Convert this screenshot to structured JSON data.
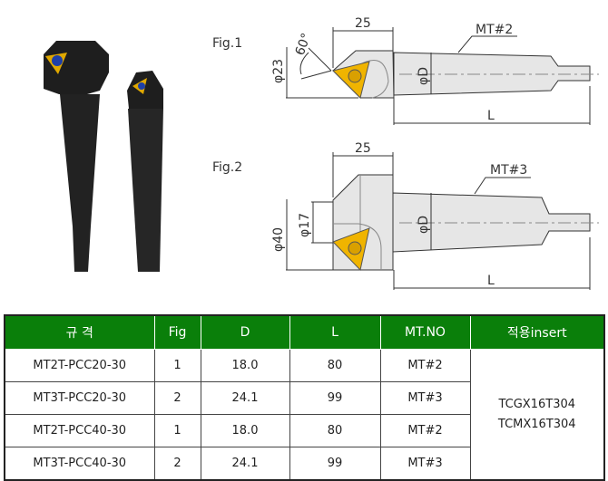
{
  "figures": {
    "fig1": {
      "label": "Fig.1",
      "width_dim": "25",
      "angle": "60°",
      "head_dia": "φ23",
      "shank_dia": "φD",
      "length": "L",
      "taper": "MT#2"
    },
    "fig2": {
      "label": "Fig.2",
      "width_dim": "25",
      "head_dia": "φ40",
      "inner_dia": "φ17",
      "shank_dia": "φD",
      "length": "L",
      "taper": "MT#3"
    }
  },
  "table": {
    "headers": [
      "규 격",
      "Fig",
      "D",
      "L",
      "MT.NO",
      "적용insert"
    ],
    "rows": [
      [
        "MT2T-PCC20-30",
        "1",
        "18.0",
        "80",
        "MT#2"
      ],
      [
        "MT3T-PCC20-30",
        "2",
        "24.1",
        "99",
        "MT#3"
      ],
      [
        "MT2T-PCC40-30",
        "1",
        "18.0",
        "80",
        "MT#2"
      ],
      [
        "MT3T-PCC40-30",
        "2",
        "24.1",
        "99",
        "MT#3"
      ]
    ],
    "insert": [
      "TCGX16T304",
      "TCMX16T304"
    ]
  },
  "colors": {
    "header": "#0a7f0a",
    "insert": "#f0b400",
    "body": "#e4e4e4"
  }
}
